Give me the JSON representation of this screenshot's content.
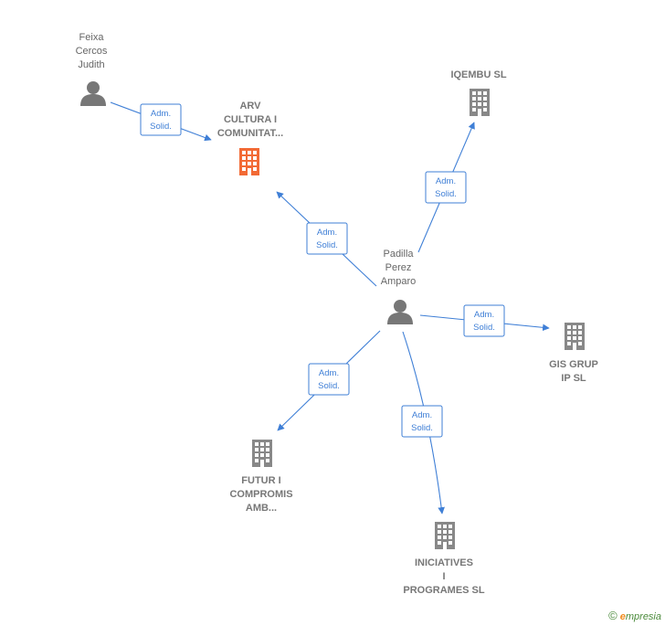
{
  "colors": {
    "edge": "#3f7fd6",
    "company": "#888888",
    "company_main": "#f26a35",
    "person": "#777777"
  },
  "nodes": {
    "feixa": {
      "type": "person",
      "lines": [
        "Feixa",
        "Cercos",
        "Judith"
      ]
    },
    "padilla": {
      "type": "person",
      "lines": [
        "Padilla",
        "Perez",
        "Amparo"
      ]
    },
    "arv": {
      "type": "company",
      "main": true,
      "lines": [
        "ARV",
        "CULTURA I",
        "COMUNITAT..."
      ]
    },
    "iqembu": {
      "type": "company",
      "lines": [
        "IQEMBU  SL"
      ]
    },
    "gis": {
      "type": "company",
      "lines": [
        "GIS GRUP",
        "IP  SL"
      ]
    },
    "futur": {
      "type": "company",
      "lines": [
        "FUTUR I",
        "COMPROMIS",
        "AMB..."
      ]
    },
    "iniciatives": {
      "type": "company",
      "lines": [
        "INICIATIVES",
        "I",
        "PROGRAMES SL"
      ]
    }
  },
  "relations": [
    {
      "from": "feixa",
      "to": "arv",
      "label": [
        "Adm.",
        "Solid."
      ]
    },
    {
      "from": "padilla",
      "to": "arv",
      "label": [
        "Adm.",
        "Solid."
      ]
    },
    {
      "from": "padilla",
      "to": "iqembu",
      "label": [
        "Adm.",
        "Solid."
      ]
    },
    {
      "from": "padilla",
      "to": "gis",
      "label": [
        "Adm.",
        "Solid."
      ]
    },
    {
      "from": "padilla",
      "to": "futur",
      "label": [
        "Adm.",
        "Solid."
      ]
    },
    {
      "from": "padilla",
      "to": "iniciatives",
      "label": [
        "Adm.",
        "Solid."
      ]
    }
  ],
  "footer": {
    "copyright": "©",
    "brand_initial": "e",
    "brand_rest": "mpresia"
  }
}
